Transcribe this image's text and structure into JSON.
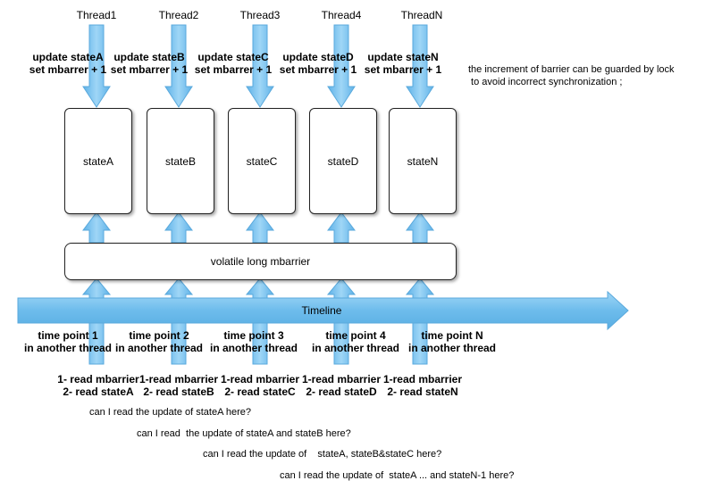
{
  "threads": [
    "Thread1",
    "Thread2",
    "Thread3",
    "Thread4",
    "ThreadN"
  ],
  "updates": [
    {
      "line1": "update stateA",
      "line2": "set mbarrer + 1"
    },
    {
      "line1": "update stateB",
      "line2": "set mbarrer + 1"
    },
    {
      "line1": "update stateC",
      "line2": "set mbarrer + 1"
    },
    {
      "line1": "update stateD",
      "line2": "set mbarrer + 1"
    },
    {
      "line1": "update stateN",
      "line2": "set mbarrer + 1"
    }
  ],
  "states": [
    "stateA",
    "stateB",
    "stateC",
    "stateD",
    "stateN"
  ],
  "note": {
    "line1": "the increment of barrier  can be guarded by lock",
    "line2": " to avoid incorrect synchronization ;"
  },
  "barrier_label": "volatile long mbarrier",
  "timeline_label": "Timeline",
  "time_points": [
    {
      "line1": "time point 1",
      "line2": "in another thread"
    },
    {
      "line1": "time point 2",
      "line2": "in another thread"
    },
    {
      "line1": "time point 3",
      "line2": "in another thread"
    },
    {
      "line1": "time point 4",
      "line2": "in another thread"
    },
    {
      "line1": "time point N",
      "line2": "in another thread"
    }
  ],
  "reads": [
    {
      "line1": "1- read mbarrier",
      "line2": "2- read stateA"
    },
    {
      "line1": "1-read mbarrier",
      "line2": "2- read stateB"
    },
    {
      "line1": "1-read mbarrier",
      "line2": "2- read stateC"
    },
    {
      "line1": "1-read mbarrier",
      "line2": "2- read stateD"
    },
    {
      "line1": "1-read mbarrier",
      "line2": "2- read stateN"
    }
  ],
  "questions": [
    "can I read the update of  stateA here?",
    "can I read  the update of stateA and stateB here?",
    "can I read the update of    stateA, stateB&stateC here?",
    "can I read the update of  stateA ... and stateN-1 here?"
  ],
  "colors": {
    "arrow_fill": "#7cc3ef",
    "arrow_stroke": "#5aa9dc",
    "box_border": "#222222"
  }
}
